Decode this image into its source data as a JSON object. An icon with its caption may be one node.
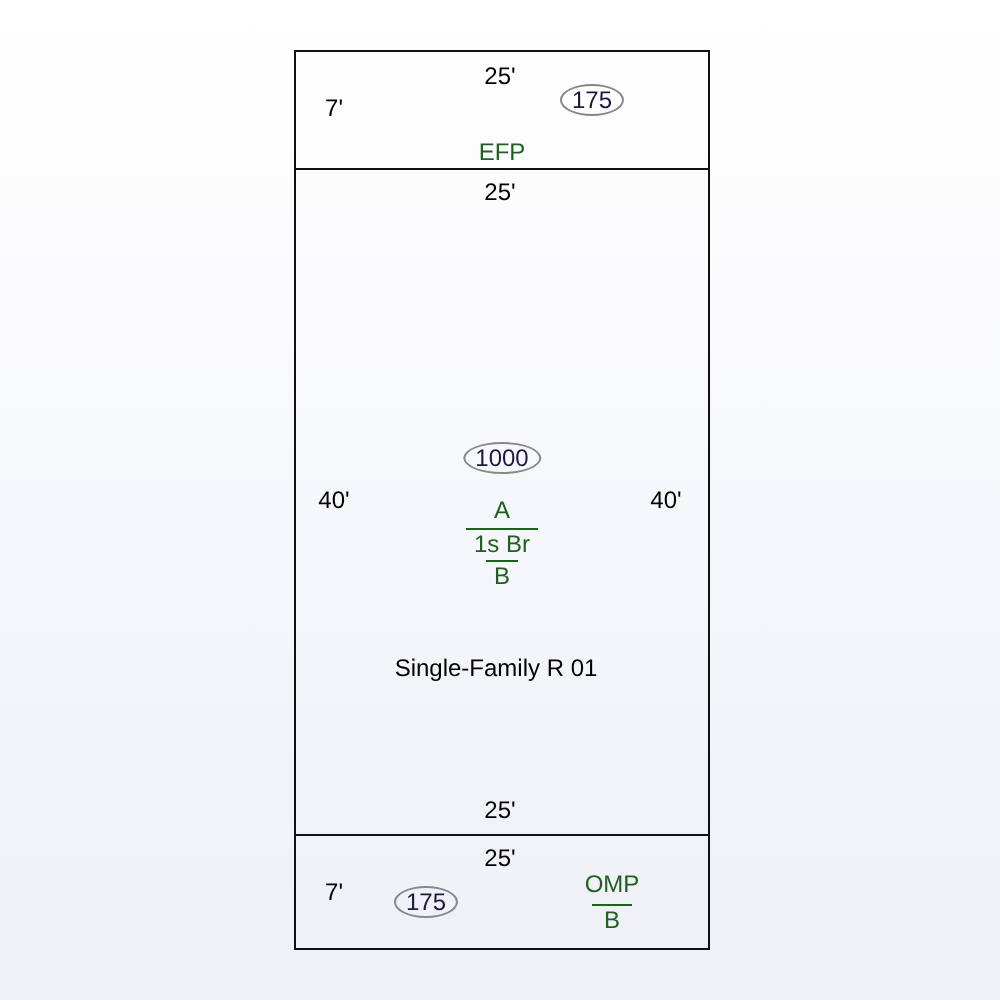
{
  "diagram": {
    "nodes": [
      {
        "text": [
          "175",
          "EFP"
        ]
      },
      {
        "text": [
          "1000",
          "A",
          "1s Br",
          "B",
          "Single-Family R 01"
        ]
      },
      {
        "text": [
          "175",
          "OMP",
          "B"
        ]
      }
    ],
    "labels": [
      "25'",
      "7'",
      "25'",
      "40'",
      "40'",
      "25'",
      "25'",
      "7'"
    ]
  }
}
